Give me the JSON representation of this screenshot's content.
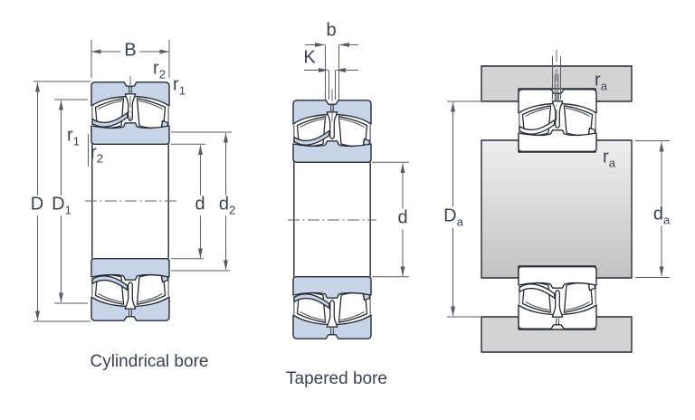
{
  "figure": {
    "type": "technical-dimension-drawing",
    "subject": "spherical roller bearing cross-sections"
  },
  "colors": {
    "bearing_fill": "#c7d4e8",
    "outline": "#272c34",
    "dim_line": "#575c63",
    "text": "#3a4150",
    "housing": "#d3d3d3",
    "steel_light": "#efefef",
    "steel_dark": "#c2c2c2",
    "bg": "#ffffff"
  },
  "left": {
    "caption": "Cylindrical bore",
    "dims": {
      "B": {
        "base": "B",
        "sub": ""
      },
      "r2_top": {
        "base": "r",
        "sub": "2"
      },
      "r1_top": {
        "base": "r",
        "sub": "1"
      },
      "r1_side": {
        "base": "r",
        "sub": "1"
      },
      "r2_side": {
        "base": "r",
        "sub": "2"
      },
      "D": {
        "base": "D",
        "sub": ""
      },
      "D1": {
        "base": "D",
        "sub": "1"
      },
      "d": {
        "base": "d",
        "sub": ""
      },
      "d2": {
        "base": "d",
        "sub": "2"
      }
    }
  },
  "middle": {
    "caption": "Tapered bore",
    "dims": {
      "b": {
        "base": "b",
        "sub": ""
      },
      "K": {
        "base": "K",
        "sub": ""
      },
      "d": {
        "base": "d",
        "sub": ""
      }
    }
  },
  "right": {
    "dims": {
      "ra_top": {
        "base": "r",
        "sub": "a"
      },
      "ra_mid": {
        "base": "r",
        "sub": "a"
      },
      "Da": {
        "base": "D",
        "sub": "a"
      },
      "da": {
        "base": "d",
        "sub": "a"
      }
    }
  }
}
